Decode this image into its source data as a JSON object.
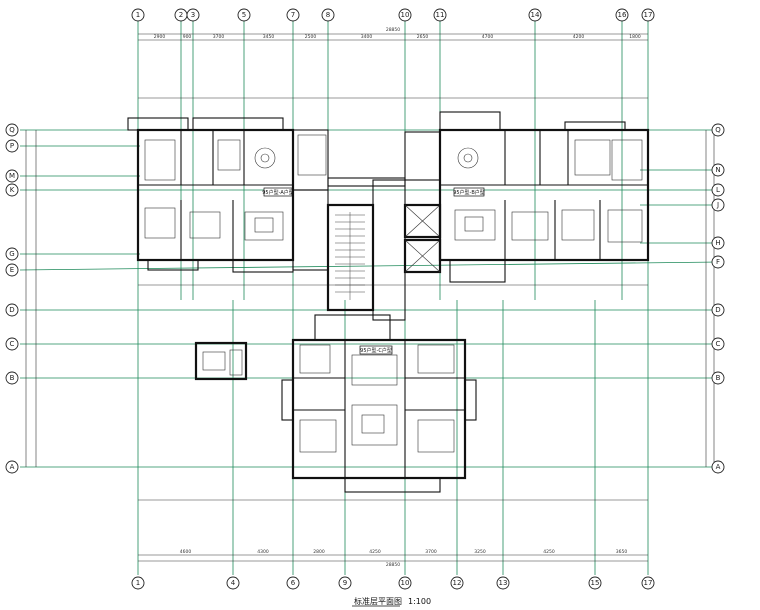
{
  "drawing": {
    "title": "标准层平面图",
    "scale": "1:100",
    "unit_tags": [
      "95户型-A户型",
      "95户型-B户型",
      "95户型-C户型"
    ]
  },
  "axes_vertical_labels": [
    "1",
    "2",
    "3",
    "5",
    "7",
    "8",
    "10",
    "11",
    "14",
    "16",
    "17"
  ],
  "axes_vertical_bottom_labels": [
    "1",
    "4",
    "6",
    "9",
    "10",
    "12",
    "13",
    "15",
    "17"
  ],
  "axes_horizontal_left_labels": [
    "Q",
    "P",
    "M",
    "K",
    "G",
    "E",
    "D",
    "C",
    "B",
    "A"
  ],
  "axes_horizontal_right_labels": [
    "Q",
    "N",
    "L",
    "J",
    "H",
    "F",
    "D",
    "C",
    "B",
    "A"
  ],
  "top_dimensions": [
    "2900",
    "900",
    "3700",
    "3450",
    "2500",
    "3400",
    "2650",
    "4700",
    "4200",
    "1800"
  ],
  "top_total": "28850",
  "bottom_dimensions": [
    "4600",
    "4300",
    "2800",
    "4250",
    "3700",
    "3250",
    "4250",
    "3650"
  ],
  "bottom_total": "28850",
  "colors": {
    "grid": "#1e8a5a",
    "walls": "#111111"
  }
}
